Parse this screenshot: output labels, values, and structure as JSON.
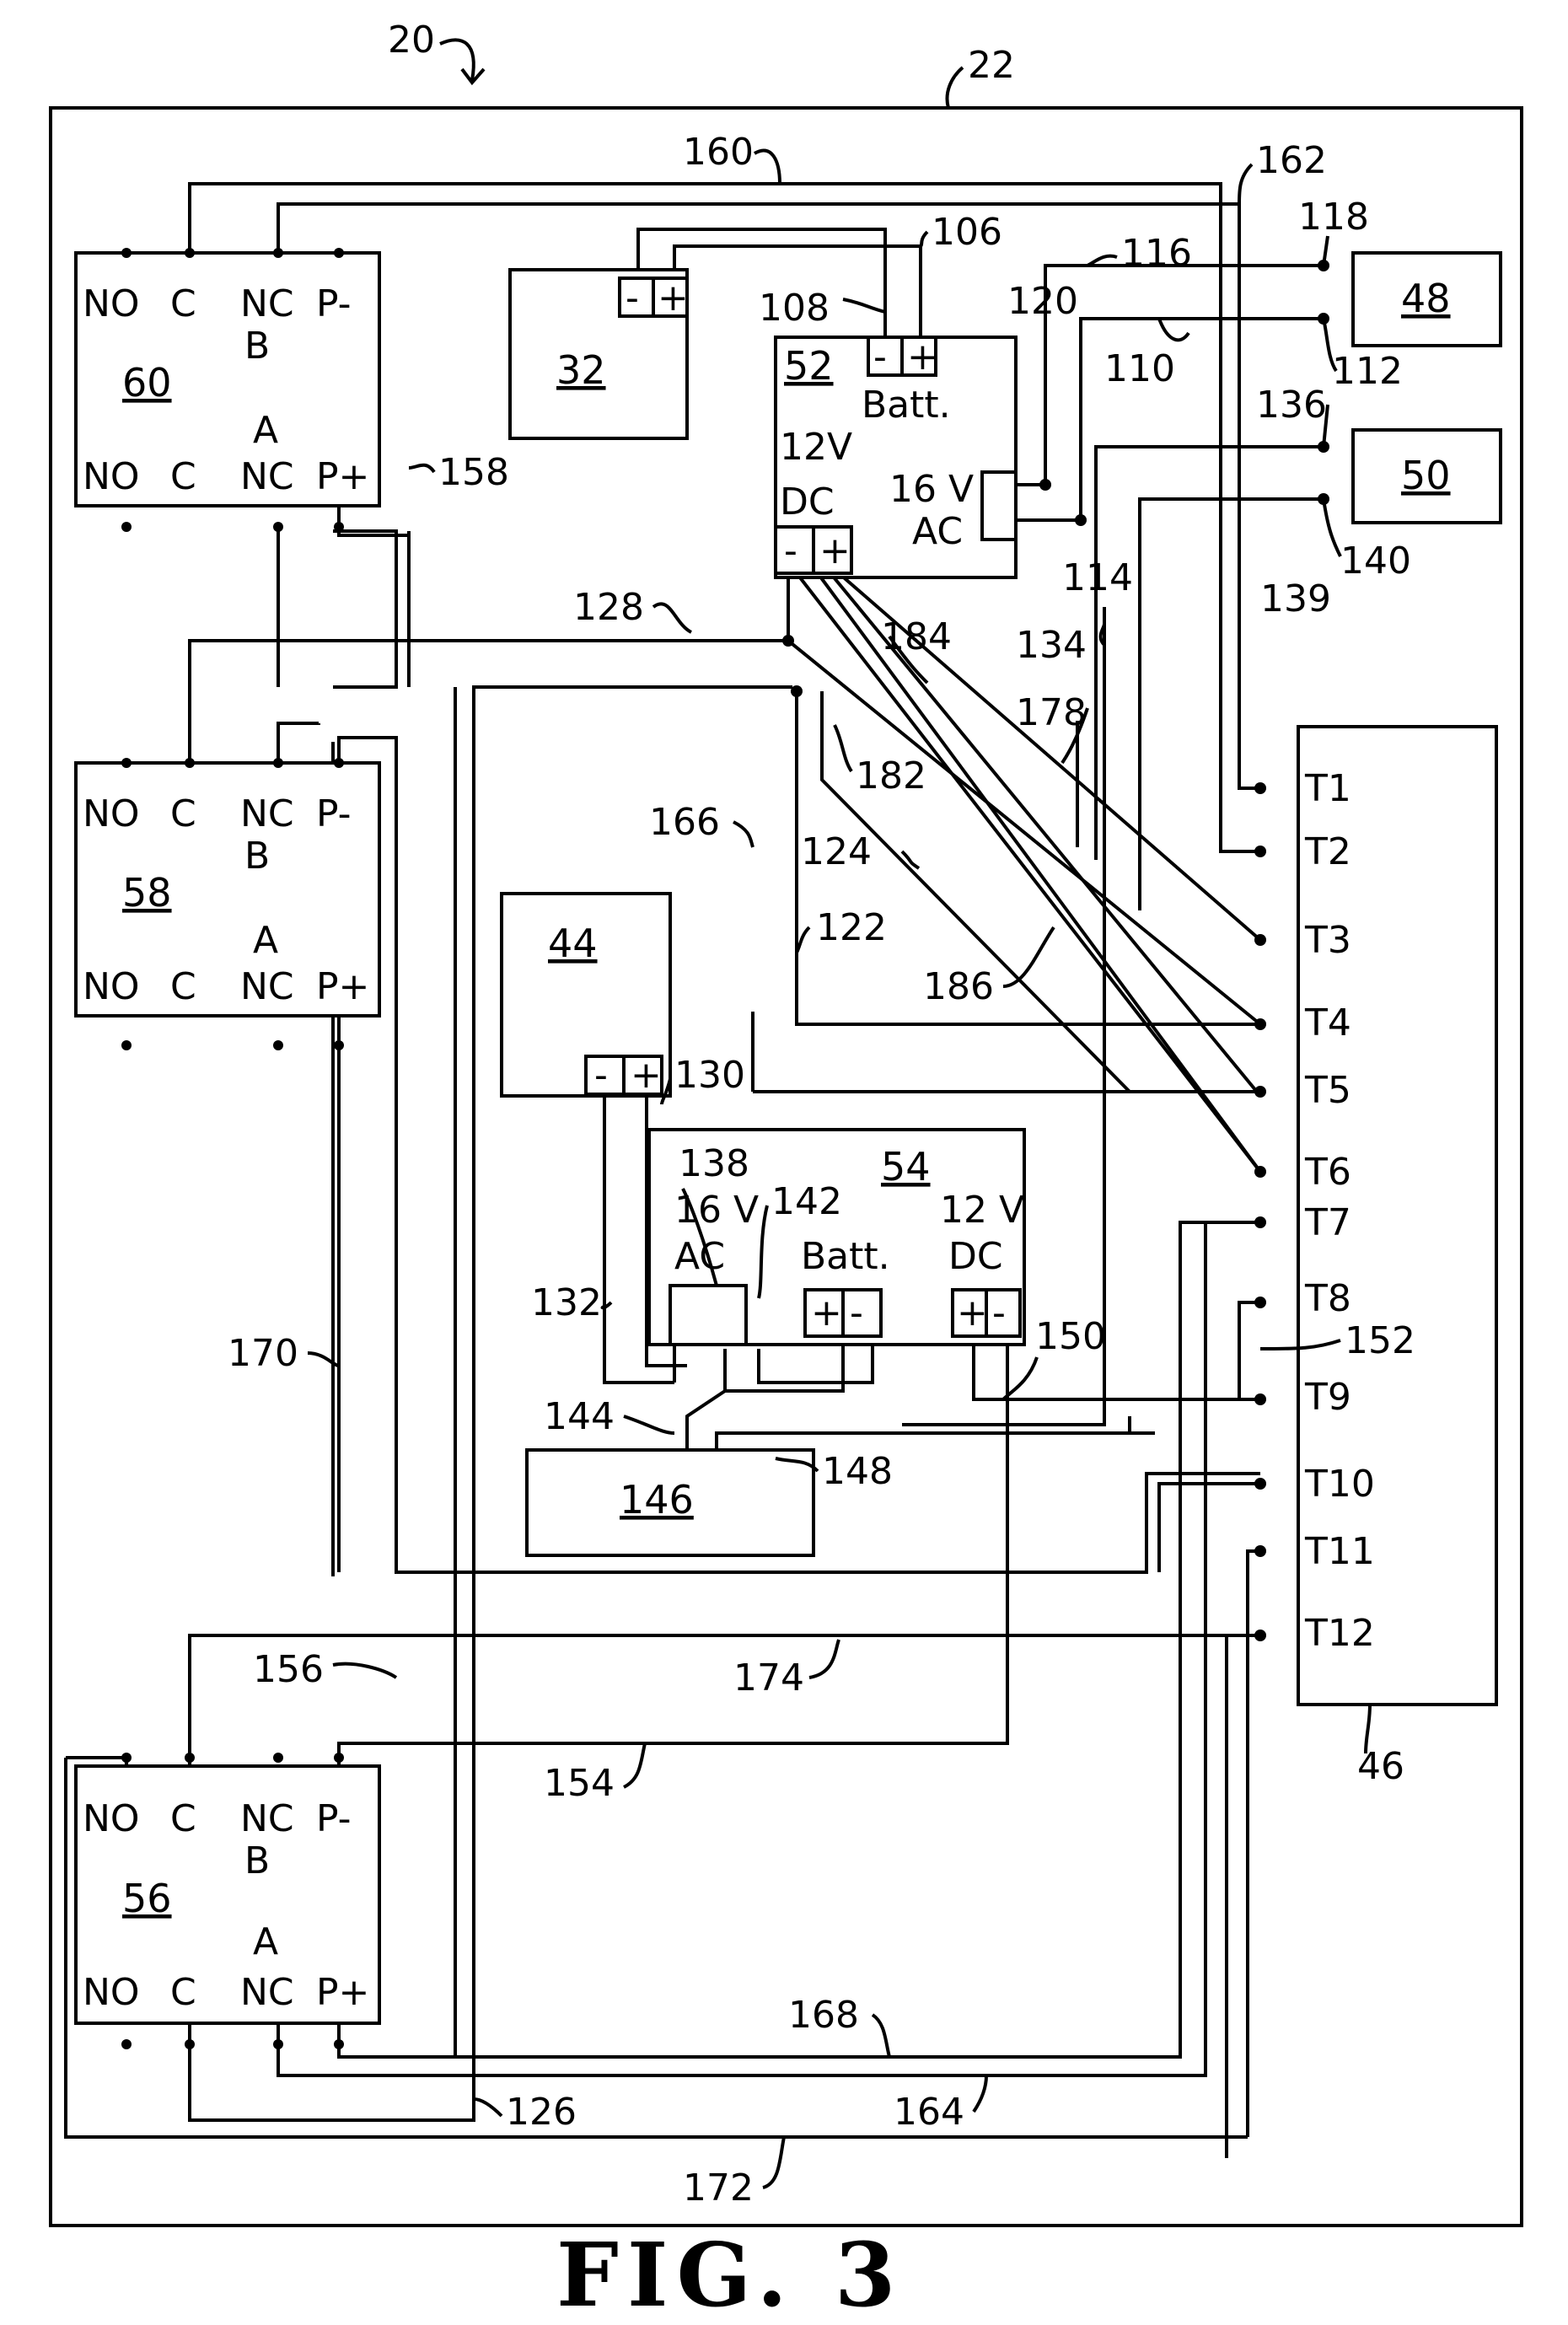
{
  "figure": {
    "caption": "FIG. 3",
    "assembly_ref": "20",
    "enclosure_ref": "22"
  },
  "relays": [
    {
      "id": "60",
      "top_row": [
        "NO",
        "C",
        "NC",
        "P-"
      ],
      "letter_b": "B",
      "letter_a": "A",
      "bottom_row": [
        "NO",
        "C",
        "NC",
        "P+"
      ]
    },
    {
      "id": "58",
      "top_row": [
        "NO",
        "C",
        "NC",
        "P-"
      ],
      "letter_b": "B",
      "letter_a": "A",
      "bottom_row": [
        "NO",
        "C",
        "NC",
        "P+"
      ]
    },
    {
      "id": "56",
      "top_row": [
        "NO",
        "C",
        "NC",
        "P-"
      ],
      "letter_b": "B",
      "letter_a": "A",
      "bottom_row": [
        "NO",
        "C",
        "NC",
        "P+"
      ]
    }
  ],
  "batteries": {
    "b32": {
      "id": "32",
      "minus": "-",
      "plus": "+"
    },
    "b44": {
      "id": "44",
      "minus": "-",
      "plus": "+"
    }
  },
  "module52": {
    "id": "52",
    "batt_label": "Batt.",
    "minus": "-",
    "plus": "+",
    "dc_line1": "12V",
    "dc_line2": "DC",
    "ac_line1": "16 V",
    "ac_line2": "AC",
    "dc_minus": "-",
    "dc_plus": "+"
  },
  "module54": {
    "id": "54",
    "ac_line1": "16 V",
    "ac_line2": "AC",
    "batt_label": "Batt.",
    "bplus": "+",
    "bminus": "-",
    "dc_line1": "12 V",
    "dc_line2": "DC",
    "dc_plus": "+",
    "dc_minus": "-"
  },
  "device48": {
    "id": "48"
  },
  "device50": {
    "id": "50"
  },
  "device146": {
    "id": "146"
  },
  "terminal_block": {
    "id": "46",
    "terminals": [
      "T1",
      "T2",
      "T3",
      "T4",
      "T5",
      "T6",
      "T7",
      "T8",
      "T9",
      "T10",
      "T11",
      "T12"
    ]
  },
  "ref_numerals": [
    "160",
    "162",
    "118",
    "106",
    "116",
    "108",
    "120",
    "110",
    "112",
    "136",
    "158",
    "140",
    "139",
    "114",
    "128",
    "134",
    "184",
    "178",
    "182",
    "166",
    "124",
    "122",
    "186",
    "130",
    "138",
    "142",
    "132",
    "150",
    "152",
    "170",
    "144",
    "148",
    "156",
    "174",
    "154",
    "168",
    "126",
    "164",
    "172"
  ]
}
